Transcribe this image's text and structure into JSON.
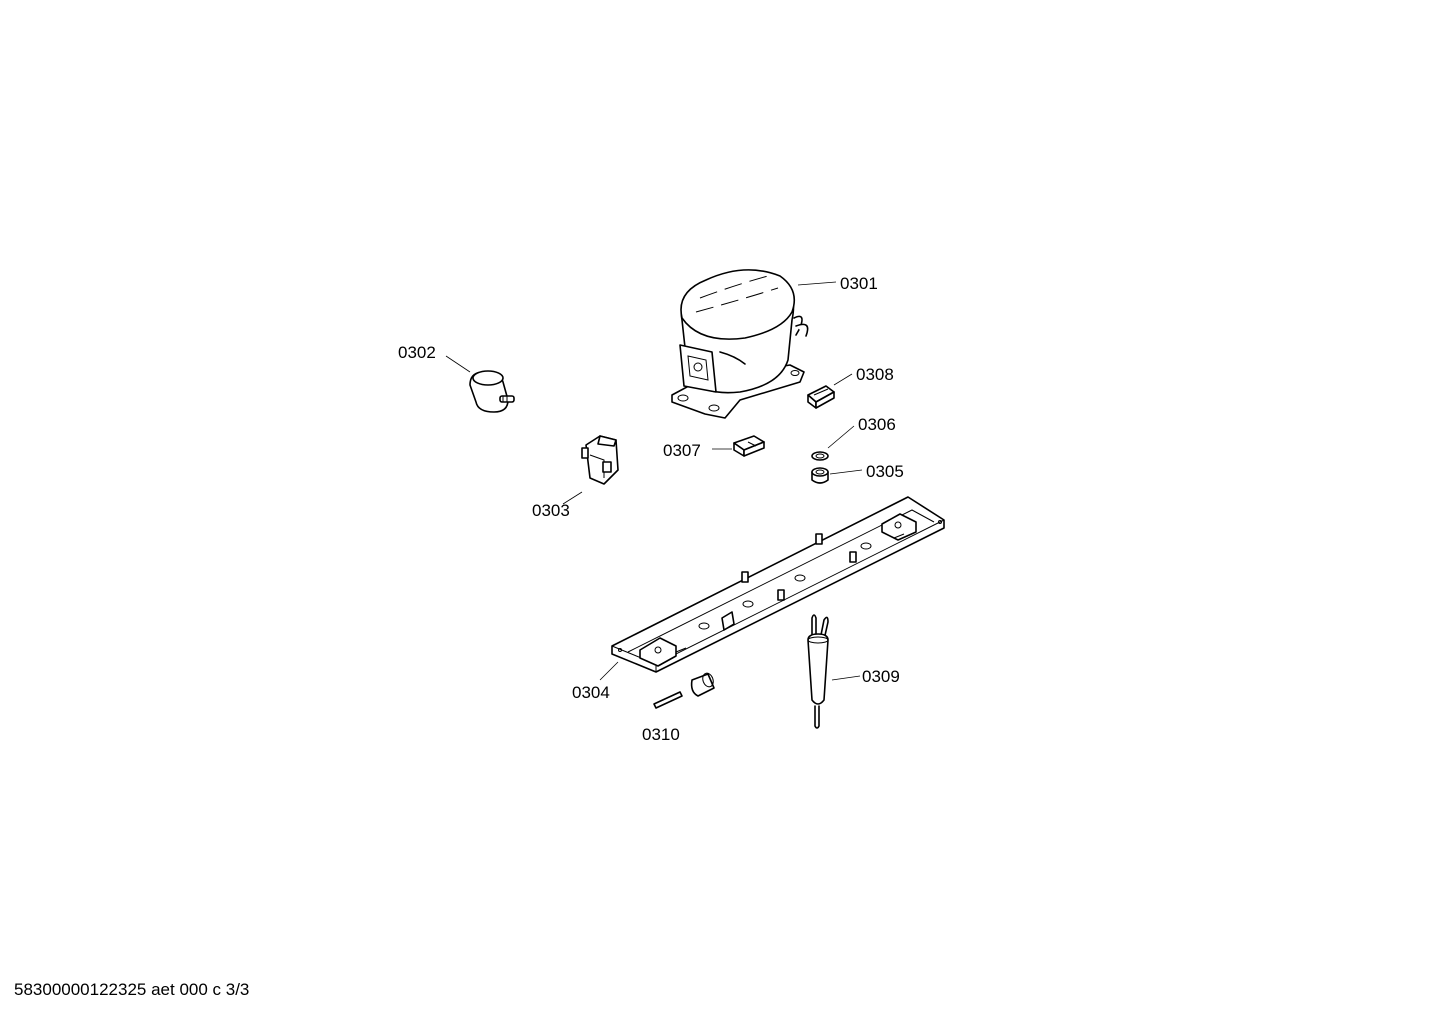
{
  "parts": [
    {
      "id": "compressor",
      "label": "0301"
    },
    {
      "id": "damper",
      "label": "0302"
    },
    {
      "id": "relay",
      "label": "0303"
    },
    {
      "id": "mounting-rail",
      "label": "0304"
    },
    {
      "id": "grommet",
      "label": "0305"
    },
    {
      "id": "washer",
      "label": "0306"
    },
    {
      "id": "filter-drier",
      "label": "0307"
    },
    {
      "id": "cover-clip",
      "label": "0308"
    },
    {
      "id": "clip-small",
      "label": "0309"
    },
    {
      "id": "pin-sleeve",
      "label": "0310"
    }
  ],
  "footer": "58300000122325 aet 000 c 3/3"
}
